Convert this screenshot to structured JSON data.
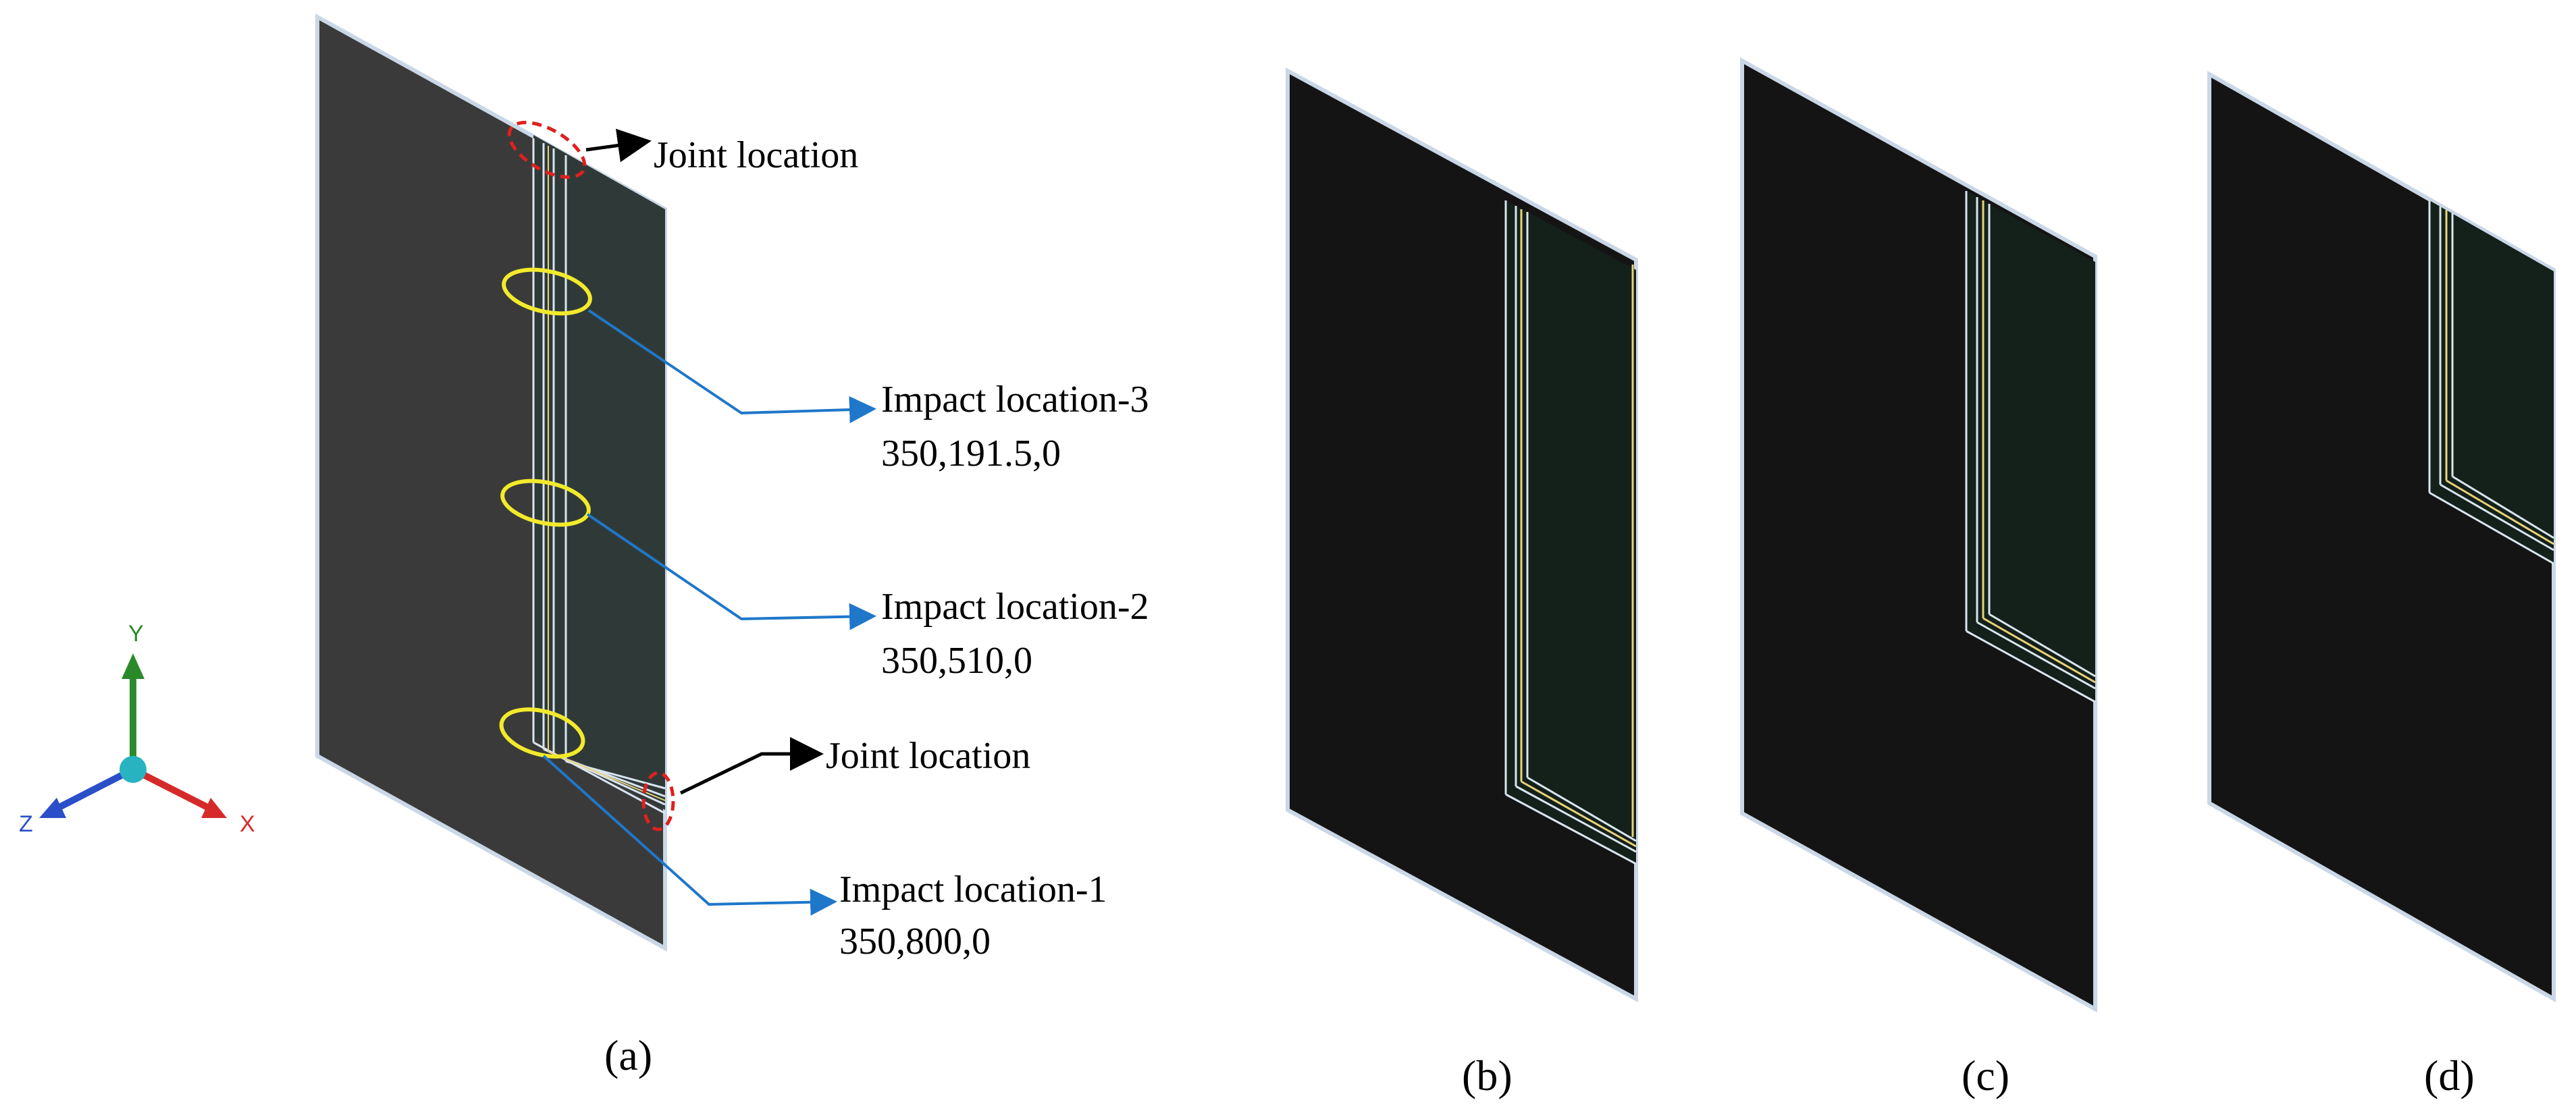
{
  "panels": {
    "a": {
      "caption": "(a)"
    },
    "b": {
      "caption": "(b)"
    },
    "c": {
      "caption": "(c)"
    },
    "d": {
      "caption": "(d)"
    }
  },
  "annotations": {
    "joint_top": "Joint location",
    "joint_bottom": "Joint location",
    "impact3_title": "Impact  location-3",
    "impact3_coords": "350,191.5,0",
    "impact2_title": "Impact  location-2",
    "impact2_coords": "350,510,0",
    "impact1_title": "Impact  location-1",
    "impact1_coords": "350,800,0"
  },
  "axes_triad": {
    "x": "X",
    "y": "Y",
    "z": "Z"
  },
  "colors": {
    "plate_a": "#3a3a3a",
    "plate_dark": "#141414",
    "stiffener_zone": "#14201a",
    "edge": "#c9d7e6",
    "impact_marker": "#f2ea2b",
    "joint_marker": "#e0201f",
    "leader_blue": "#1f77c9",
    "axis_x": "#d62a2a",
    "axis_y": "#2a8a2a",
    "axis_z": "#2a4fc9",
    "triad_origin": "#27b3c0"
  }
}
